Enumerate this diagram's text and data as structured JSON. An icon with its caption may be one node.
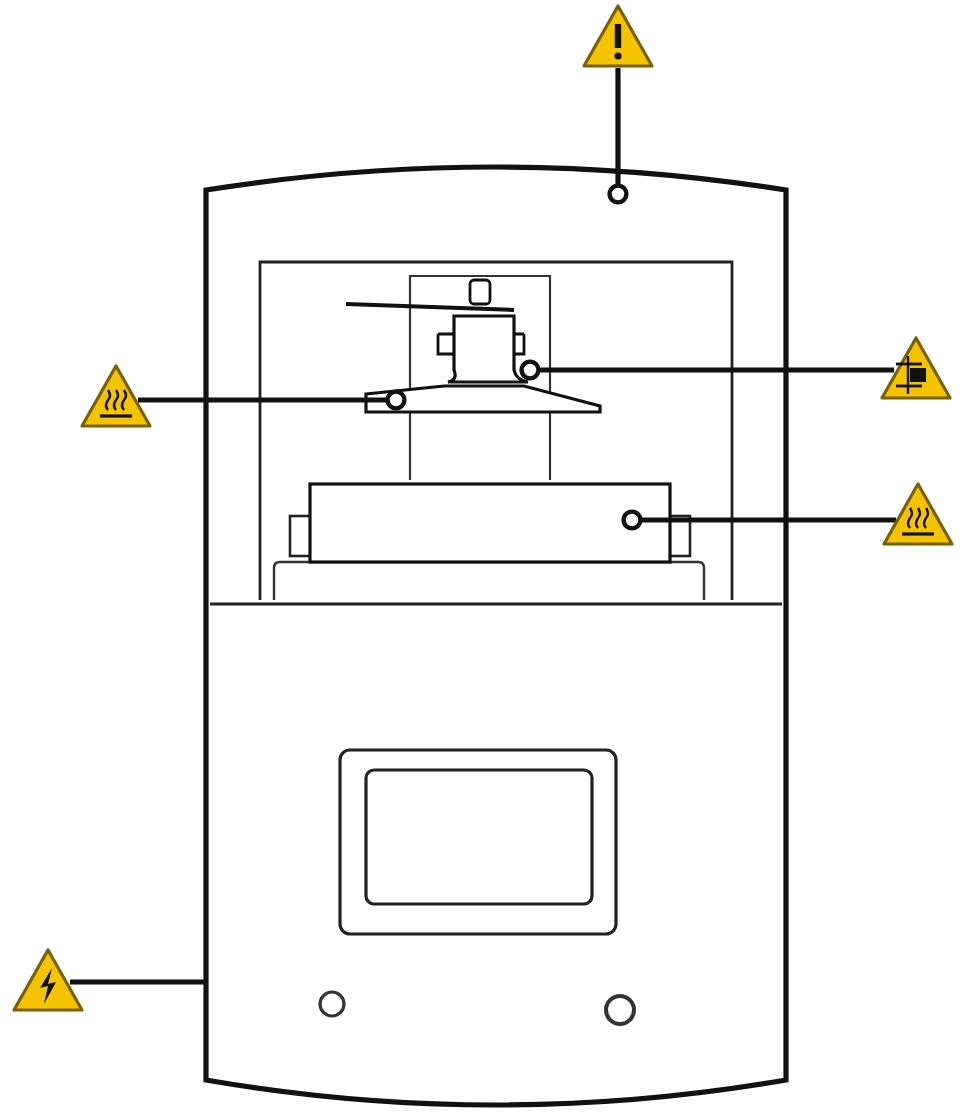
{
  "diagram": {
    "nodes": [
      {
        "text": [],
        "shape": "triangle"
      },
      {
        "text": [],
        "shape": "box"
      },
      {
        "text": [],
        "shape": "box",
        "in": 1
      },
      {
        "text": [],
        "shape": "triangle"
      },
      {
        "text": [],
        "shape": "triangle"
      },
      {
        "text": [],
        "shape": "box",
        "in": 1
      },
      {
        "text": [],
        "shape": "triangle"
      },
      {
        "text": [],
        "shape": "box",
        "in": 1
      },
      {
        "text": [],
        "shape": "triangle"
      }
    ],
    "edges": [
      {
        "from": 0,
        "to": 1,
        "arrow": "other"
      },
      {
        "from": 3,
        "to": 2,
        "arrow": "other"
      },
      {
        "from": 4,
        "to": 5,
        "arrow": "other"
      },
      {
        "from": 6,
        "to": 7,
        "arrow": "other"
      },
      {
        "from": 8,
        "to": 1,
        "arrow": "none"
      }
    ]
  }
}
